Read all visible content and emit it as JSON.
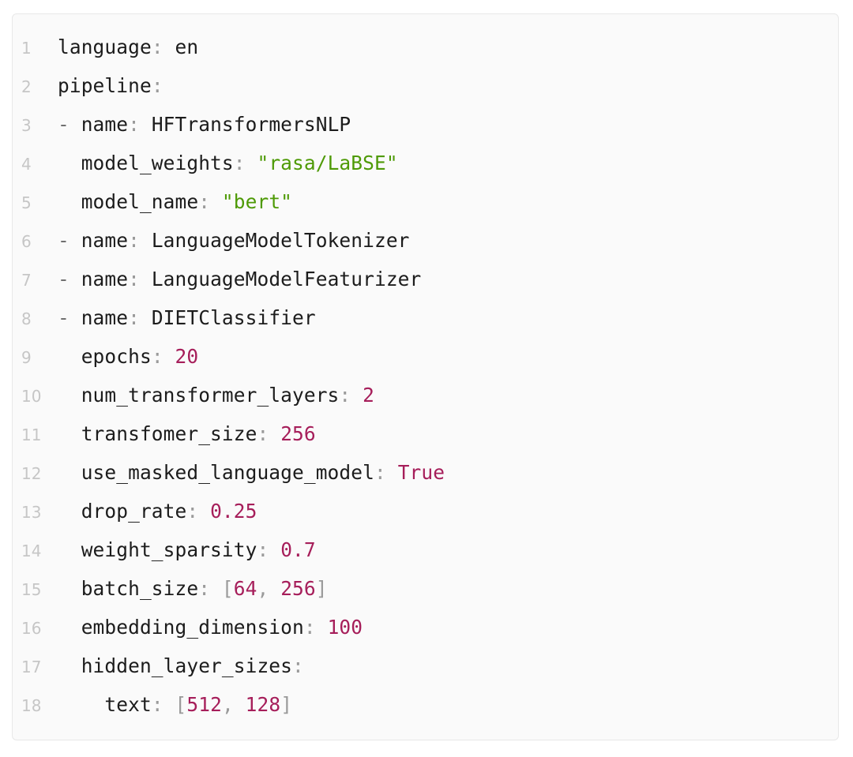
{
  "editor": {
    "language": "yaml",
    "background_color": "#fafafa",
    "border_color": "#e8e8e8",
    "gutter_color": "#c6c6c6",
    "text_color": "#1c1c1c",
    "string_color": "#4e9a06",
    "number_color": "#a61e5a",
    "punctuation_color": "#9a9a9a",
    "total_lines": 18,
    "lines": [
      {
        "number": "1",
        "tokens": [
          {
            "text": "language",
            "type": "key"
          },
          {
            "text": ":",
            "type": "punct"
          },
          {
            "text": " en",
            "type": "plain"
          }
        ]
      },
      {
        "number": "2",
        "tokens": [
          {
            "text": "pipeline",
            "type": "key"
          },
          {
            "text": ":",
            "type": "punct"
          }
        ]
      },
      {
        "number": "3",
        "tokens": [
          {
            "text": "- ",
            "type": "dash"
          },
          {
            "text": "name",
            "type": "key"
          },
          {
            "text": ":",
            "type": "punct"
          },
          {
            "text": " HFTransformersNLP",
            "type": "plain"
          }
        ]
      },
      {
        "number": "4",
        "tokens": [
          {
            "text": "  model_weights",
            "type": "key"
          },
          {
            "text": ":",
            "type": "punct"
          },
          {
            "text": " ",
            "type": "plain"
          },
          {
            "text": "\"rasa/LaBSE\"",
            "type": "string"
          }
        ]
      },
      {
        "number": "5",
        "tokens": [
          {
            "text": "  model_name",
            "type": "key"
          },
          {
            "text": ":",
            "type": "punct"
          },
          {
            "text": " ",
            "type": "plain"
          },
          {
            "text": "\"bert\"",
            "type": "string"
          }
        ]
      },
      {
        "number": "6",
        "tokens": [
          {
            "text": "- ",
            "type": "dash"
          },
          {
            "text": "name",
            "type": "key"
          },
          {
            "text": ":",
            "type": "punct"
          },
          {
            "text": " LanguageModelTokenizer",
            "type": "plain"
          }
        ]
      },
      {
        "number": "7",
        "tokens": [
          {
            "text": "- ",
            "type": "dash"
          },
          {
            "text": "name",
            "type": "key"
          },
          {
            "text": ":",
            "type": "punct"
          },
          {
            "text": " LanguageModelFeaturizer",
            "type": "plain"
          }
        ]
      },
      {
        "number": "8",
        "tokens": [
          {
            "text": "- ",
            "type": "dash"
          },
          {
            "text": "name",
            "type": "key"
          },
          {
            "text": ":",
            "type": "punct"
          },
          {
            "text": " DIETClassifier",
            "type": "plain"
          }
        ]
      },
      {
        "number": "9",
        "tokens": [
          {
            "text": "  epochs",
            "type": "key"
          },
          {
            "text": ":",
            "type": "punct"
          },
          {
            "text": " ",
            "type": "plain"
          },
          {
            "text": "20",
            "type": "num"
          }
        ]
      },
      {
        "number": "10",
        "tokens": [
          {
            "text": "  num_transformer_layers",
            "type": "key"
          },
          {
            "text": ":",
            "type": "punct"
          },
          {
            "text": " ",
            "type": "plain"
          },
          {
            "text": "2",
            "type": "num"
          }
        ]
      },
      {
        "number": "11",
        "tokens": [
          {
            "text": "  transfomer_size",
            "type": "key"
          },
          {
            "text": ":",
            "type": "punct"
          },
          {
            "text": " ",
            "type": "plain"
          },
          {
            "text": "256",
            "type": "num"
          }
        ]
      },
      {
        "number": "12",
        "tokens": [
          {
            "text": "  use_masked_language_model",
            "type": "key"
          },
          {
            "text": ":",
            "type": "punct"
          },
          {
            "text": " ",
            "type": "plain"
          },
          {
            "text": "True",
            "type": "bool"
          }
        ]
      },
      {
        "number": "13",
        "tokens": [
          {
            "text": "  drop_rate",
            "type": "key"
          },
          {
            "text": ":",
            "type": "punct"
          },
          {
            "text": " ",
            "type": "plain"
          },
          {
            "text": "0.25",
            "type": "num"
          }
        ]
      },
      {
        "number": "14",
        "tokens": [
          {
            "text": "  weight_sparsity",
            "type": "key"
          },
          {
            "text": ":",
            "type": "punct"
          },
          {
            "text": " ",
            "type": "plain"
          },
          {
            "text": "0.7",
            "type": "num"
          }
        ]
      },
      {
        "number": "15",
        "tokens": [
          {
            "text": "  batch_size",
            "type": "key"
          },
          {
            "text": ":",
            "type": "punct"
          },
          {
            "text": " ",
            "type": "plain"
          },
          {
            "text": "[",
            "type": "punct"
          },
          {
            "text": "64",
            "type": "num"
          },
          {
            "text": ", ",
            "type": "punct"
          },
          {
            "text": "256",
            "type": "num"
          },
          {
            "text": "]",
            "type": "punct"
          }
        ]
      },
      {
        "number": "16",
        "tokens": [
          {
            "text": "  embedding_dimension",
            "type": "key"
          },
          {
            "text": ":",
            "type": "punct"
          },
          {
            "text": " ",
            "type": "plain"
          },
          {
            "text": "100",
            "type": "num"
          }
        ]
      },
      {
        "number": "17",
        "tokens": [
          {
            "text": "  hidden_layer_sizes",
            "type": "key"
          },
          {
            "text": ":",
            "type": "punct"
          }
        ]
      },
      {
        "number": "18",
        "tokens": [
          {
            "text": "    text",
            "type": "key"
          },
          {
            "text": ":",
            "type": "punct"
          },
          {
            "text": " ",
            "type": "plain"
          },
          {
            "text": "[",
            "type": "punct"
          },
          {
            "text": "512",
            "type": "num"
          },
          {
            "text": ", ",
            "type": "punct"
          },
          {
            "text": "128",
            "type": "num"
          },
          {
            "text": "]",
            "type": "punct"
          }
        ]
      }
    ]
  }
}
